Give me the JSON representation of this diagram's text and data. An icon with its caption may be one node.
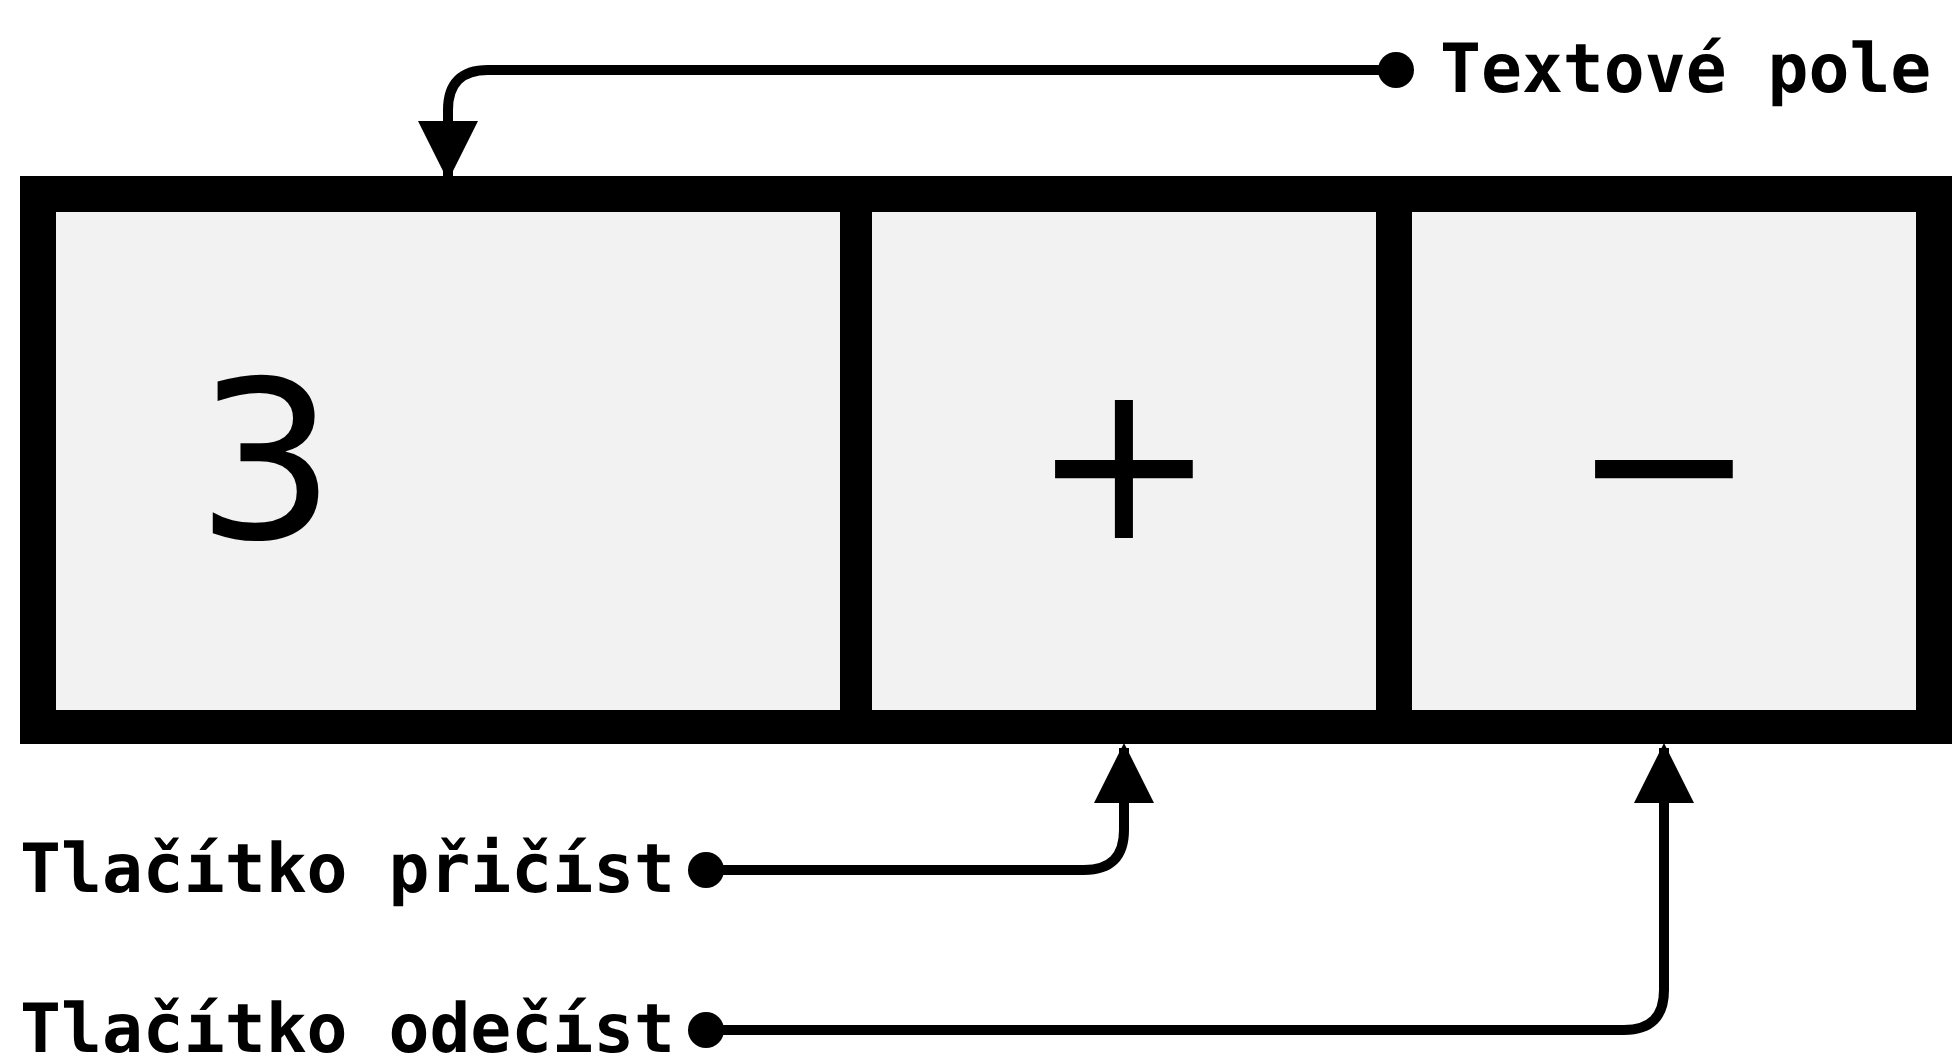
{
  "diagram": {
    "nodes": [
      {
        "text": [
          "3"
        ]
      },
      {
        "text": [
          "+"
        ]
      },
      {
        "text": [
          "−"
        ]
      },
      {
        "text": [
          "Textové pole"
        ]
      },
      {
        "text": [
          "Tlačítko přičíst"
        ]
      },
      {
        "text": [
          "Tlačítko odečíst"
        ]
      }
    ],
    "edges": [
      {
        "from": 3,
        "to": 0,
        "arrow": "to"
      },
      {
        "from": 4,
        "to": 1,
        "arrow": "to"
      },
      {
        "from": 5,
        "to": 2,
        "arrow": "to"
      }
    ]
  }
}
